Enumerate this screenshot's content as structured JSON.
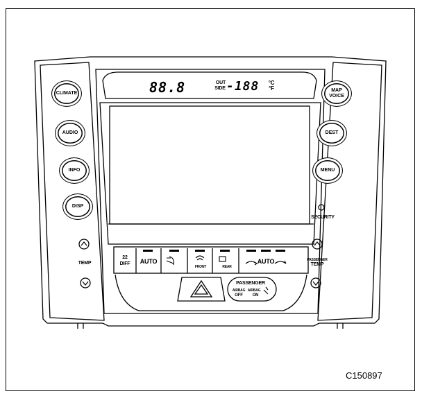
{
  "figure": {
    "code": "C150897"
  },
  "left_buttons": [
    {
      "label_lines": [
        "CLIMATE"
      ]
    },
    {
      "label_lines": [
        "AUDIO"
      ]
    },
    {
      "label_lines": [
        "INFO"
      ]
    },
    {
      "label_lines": [
        "DISP"
      ]
    }
  ],
  "right_buttons": [
    {
      "label_lines": [
        "MAP",
        "VOICE"
      ]
    },
    {
      "label_lines": [
        "DEST"
      ]
    },
    {
      "label_lines": [
        "MENU"
      ]
    }
  ],
  "security": {
    "label": "SECURITY"
  },
  "display": {
    "clock": "88.8",
    "outside_prefix_line1": "OUT",
    "outside_prefix_line2": "SIDE",
    "outside_temp": "-188",
    "unit_c": "°C",
    "unit_f": "°F"
  },
  "climate_strip": {
    "left_temp_label": "TEMP",
    "right_temp_label_line1": "PASSENGER",
    "right_temp_label_line2": "TEMP",
    "dual_line1": "22",
    "dual_line2": "DIFF",
    "auto_left": "AUTO",
    "front_label": "FRONT",
    "rear_label": "REAR",
    "auto_right": "AUTO"
  },
  "airbag": {
    "title": "PASSENGER",
    "airbag_left": "AIRBAG",
    "airbag_right": "AIRBAG",
    "off_label": "OFF",
    "on_label": "ON"
  }
}
